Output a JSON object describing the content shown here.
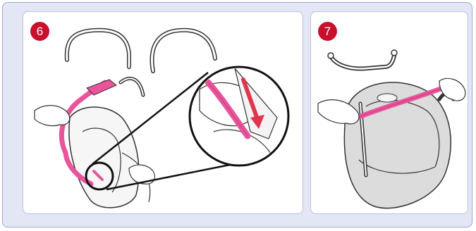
{
  "steps": [
    {
      "number": "6",
      "illustration": "attach-canopy-frame"
    },
    {
      "number": "7",
      "illustration": "attach-handle-bar"
    }
  ],
  "colors": {
    "accent": "#c8102e",
    "pink_part": "#e8559a",
    "frame_bg": "#e3e7f5",
    "border": "#9aa7d0"
  }
}
